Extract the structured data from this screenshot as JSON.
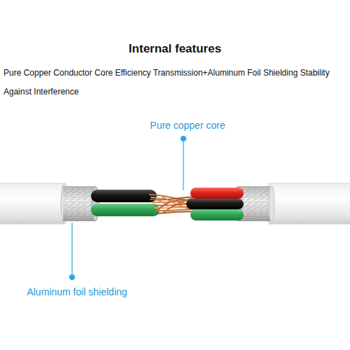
{
  "diagram": {
    "title": "Internal features",
    "labels": [
      "Pure Copper Conductor Core Efficiency Transmission+Aluminum Foil Shielding Stability Against Interference",
      "Pure copper core",
      "Aluminum foil shielding"
    ]
  }
}
